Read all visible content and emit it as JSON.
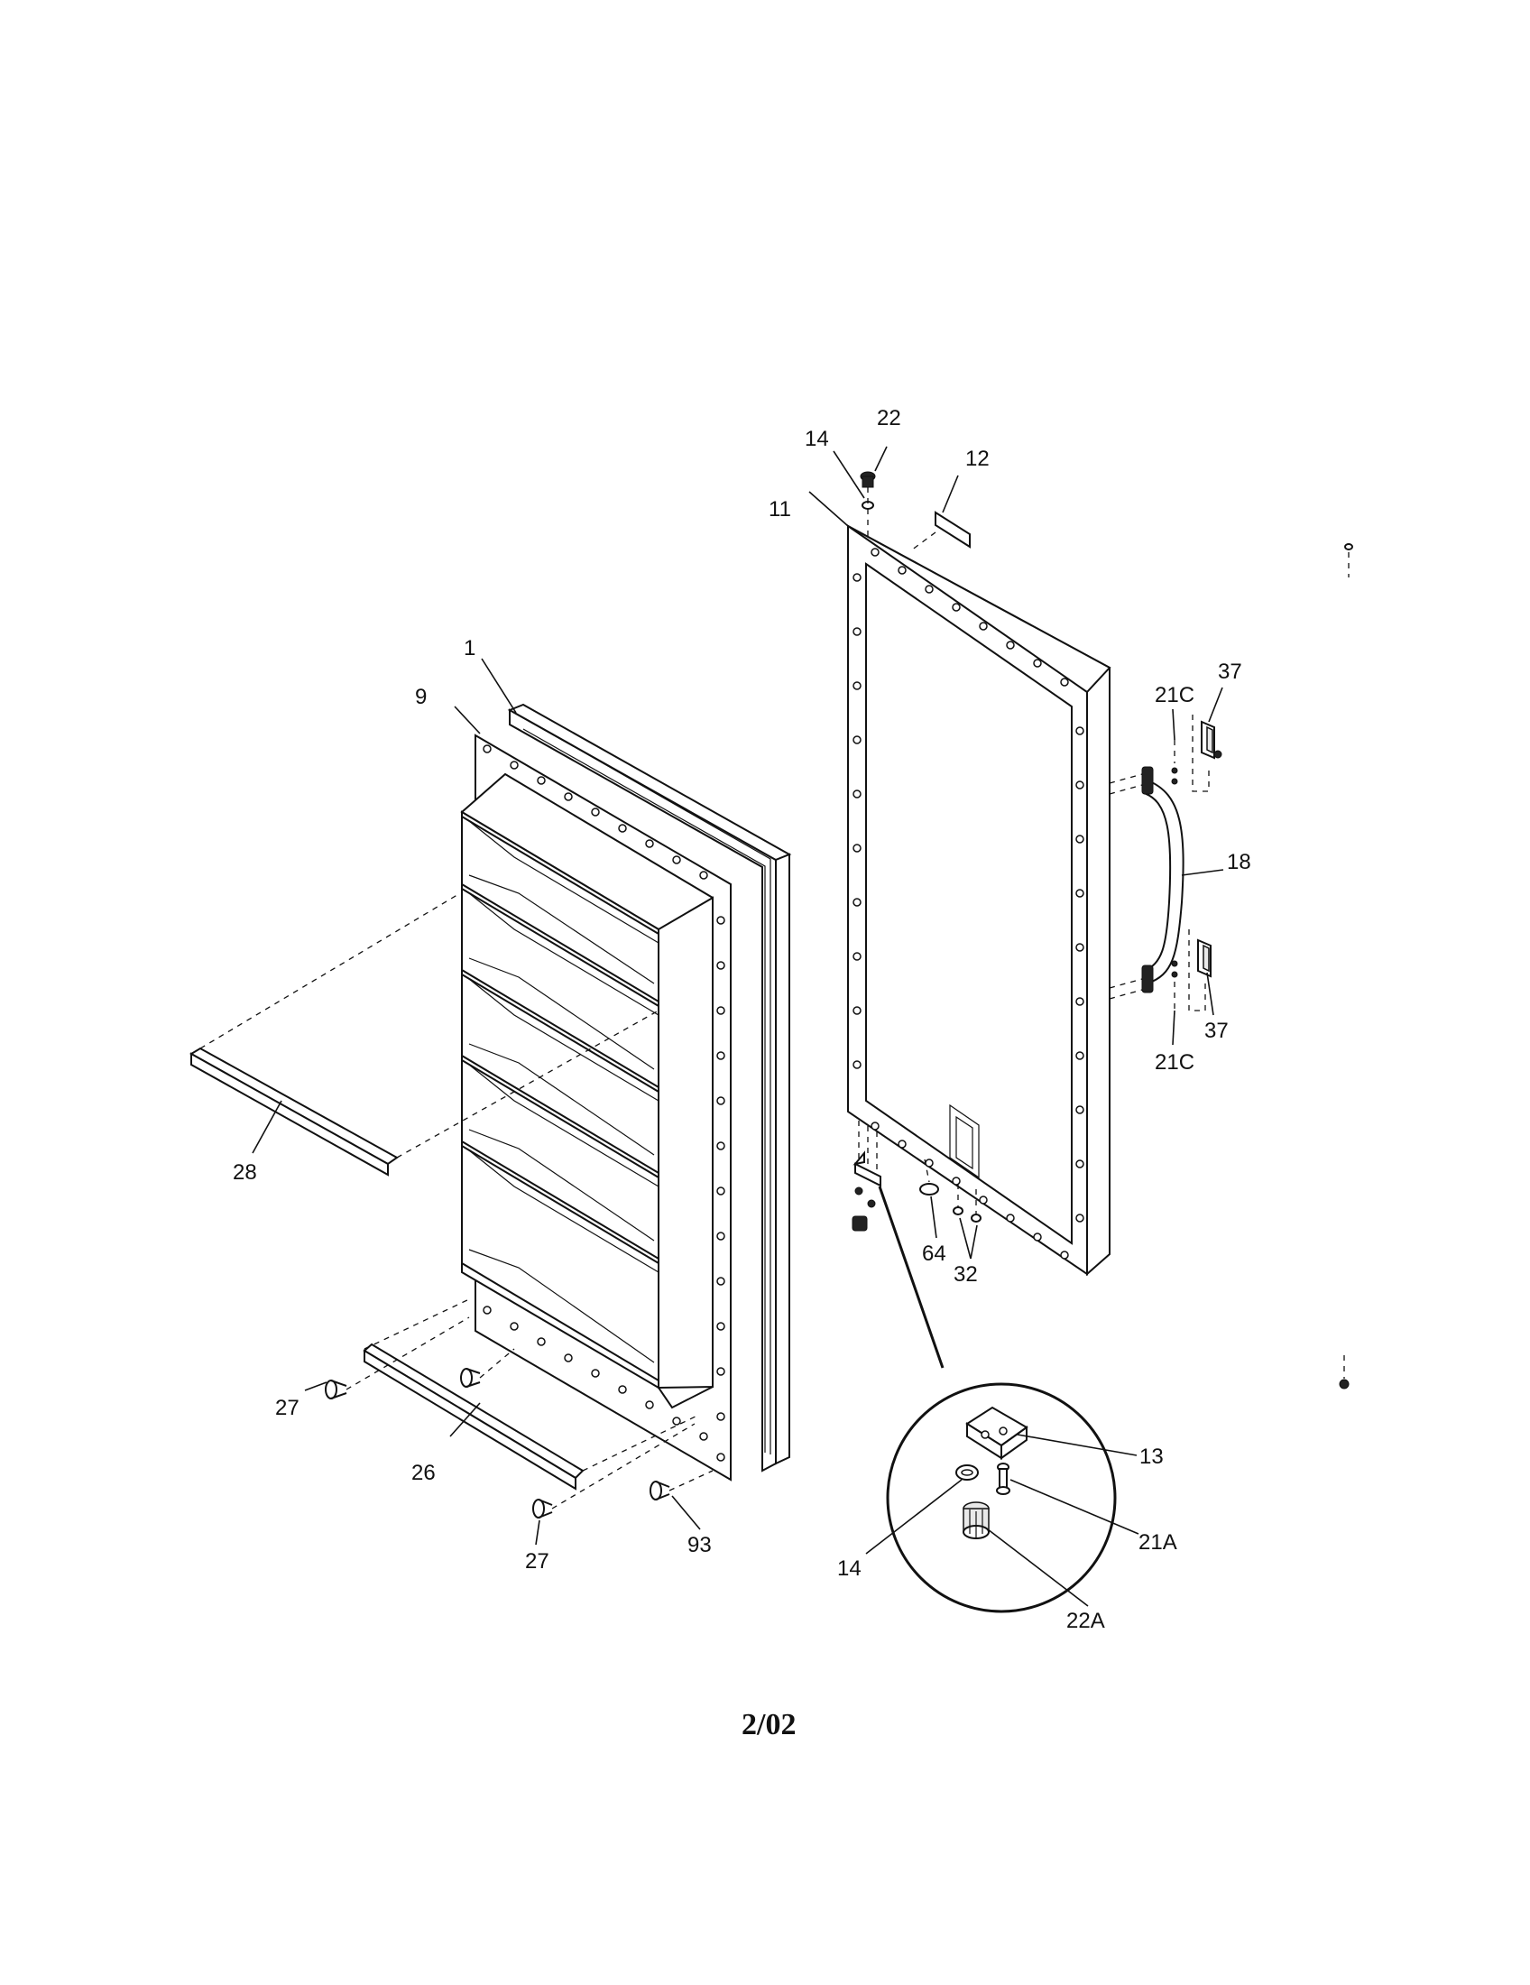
{
  "callouts": {
    "c1": "1",
    "c9": "9",
    "c11": "11",
    "c12": "12",
    "c13": "13",
    "c14_top": "14",
    "c14_inset": "14",
    "c18": "18",
    "c21a": "21A",
    "c21c_top": "21C",
    "c21c_bottom": "21C",
    "c22": "22",
    "c22a": "22A",
    "c26": "26",
    "c27_left": "27",
    "c27_bottom": "27",
    "c28": "28",
    "c32": "32",
    "c37_top": "37",
    "c37_bottom": "37",
    "c64": "64",
    "c93": "93"
  },
  "footer": {
    "date_code": "2/02"
  }
}
